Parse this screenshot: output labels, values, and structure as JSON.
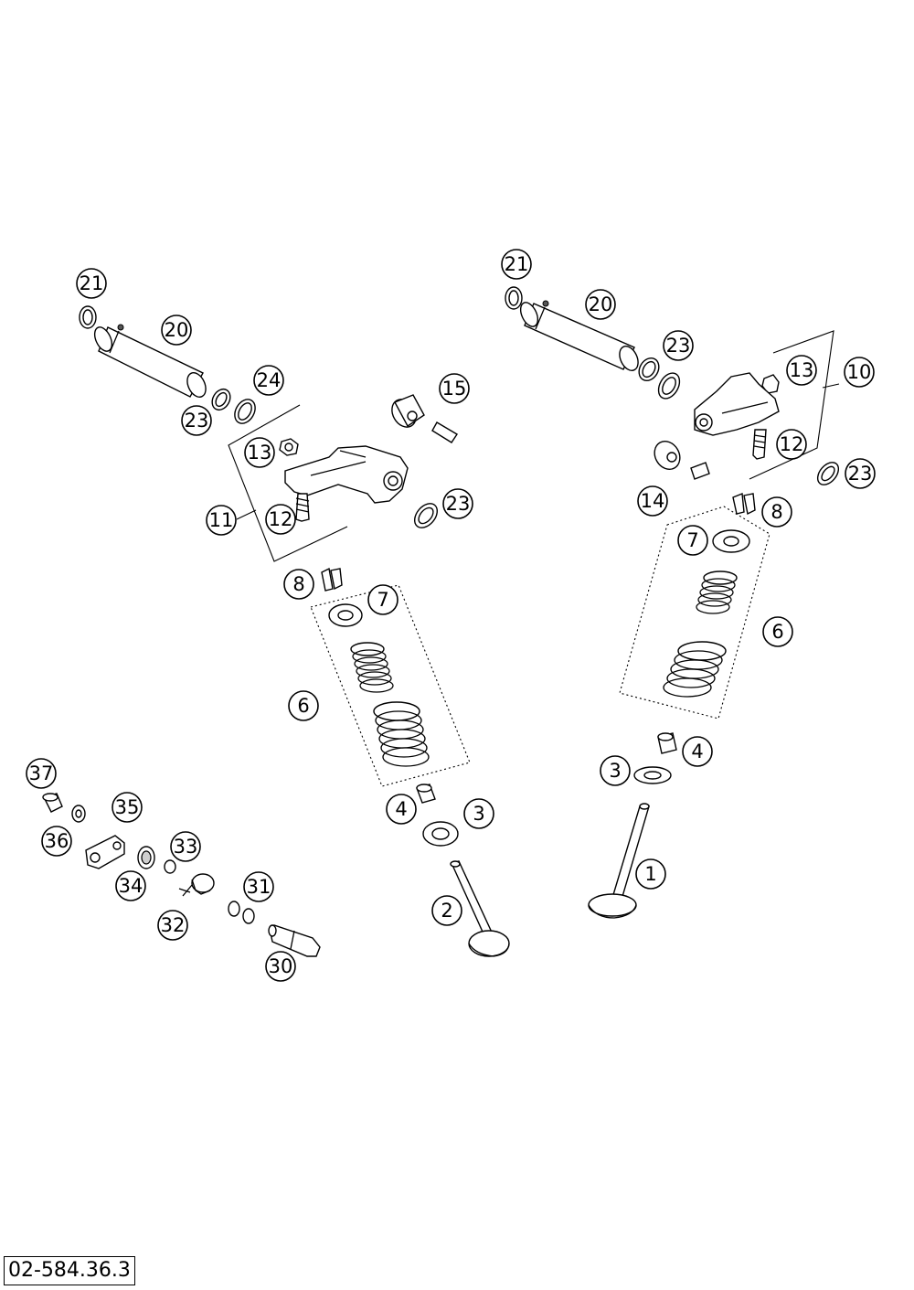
{
  "drawing_number": "02-584.36.3",
  "callouts": [
    {
      "label": "21"
    },
    {
      "label": "20"
    },
    {
      "label": "23"
    },
    {
      "label": "24"
    },
    {
      "label": "15"
    },
    {
      "label": "13"
    },
    {
      "label": "11"
    },
    {
      "label": "12"
    },
    {
      "label": "23"
    },
    {
      "label": "8"
    },
    {
      "label": "7"
    },
    {
      "label": "6"
    },
    {
      "label": "4"
    },
    {
      "label": "3"
    },
    {
      "label": "2"
    },
    {
      "label": "21"
    },
    {
      "label": "20"
    },
    {
      "label": "23"
    },
    {
      "label": "13"
    },
    {
      "label": "10"
    },
    {
      "label": "12"
    },
    {
      "label": "23"
    },
    {
      "label": "14"
    },
    {
      "label": "8"
    },
    {
      "label": "7"
    },
    {
      "label": "6"
    },
    {
      "label": "4"
    },
    {
      "label": "3"
    },
    {
      "label": "1"
    },
    {
      "label": "37"
    },
    {
      "label": "35"
    },
    {
      "label": "36"
    },
    {
      "label": "33"
    },
    {
      "label": "34"
    },
    {
      "label": "31"
    },
    {
      "label": "32"
    },
    {
      "label": "30"
    }
  ]
}
